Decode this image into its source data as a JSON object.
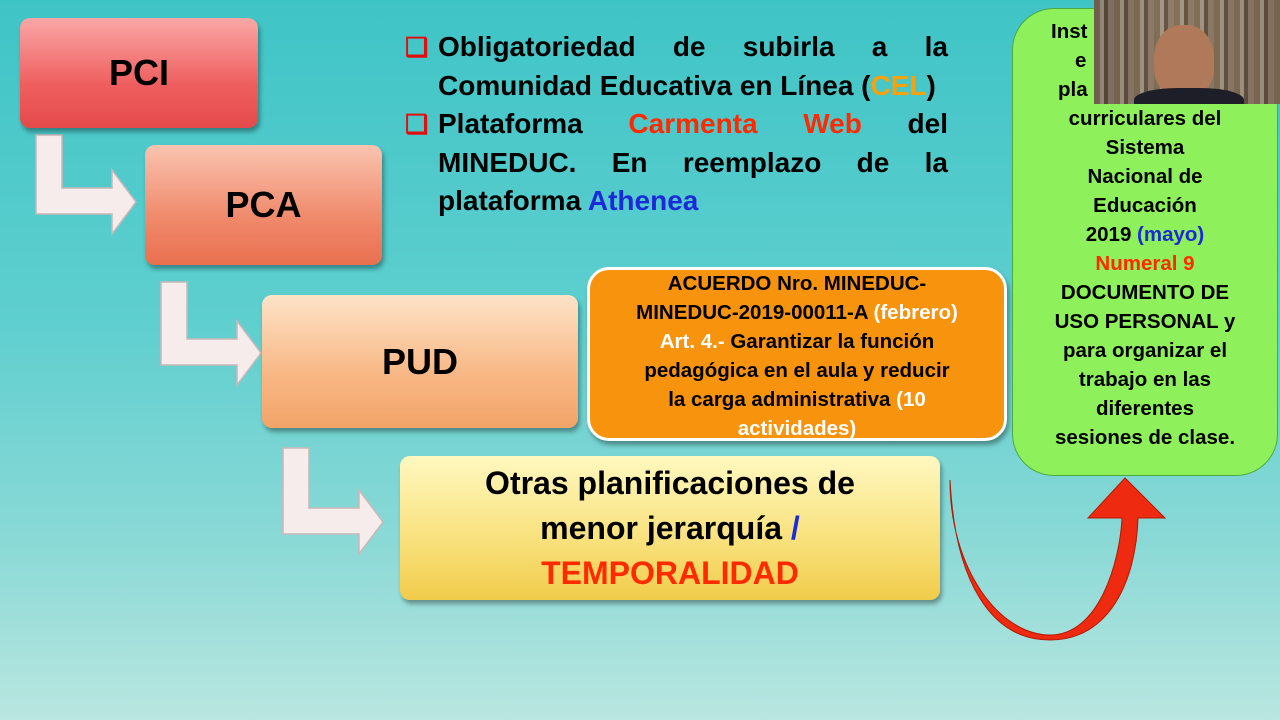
{
  "boxes": {
    "pci": "PCI",
    "pca": "PCA",
    "pud": "PUD"
  },
  "bullets": [
    {
      "pre": "Obligatoriedad de subirla a la Comunidad Educativa en Línea (",
      "hl": "CEL",
      "post": ")"
    },
    {
      "pre": "Plataforma ",
      "hl": "Carmenta Web",
      "mid": " del MINEDUC. En reemplazo de la plataforma ",
      "hl2": "Athenea"
    }
  ],
  "acuerdo": {
    "l1": "ACUERDO Nro. MINEDUC-",
    "l2a": "MINEDUC-2019-00011-A ",
    "l2b": "(febrero)",
    "l3a": "Art. 4.-",
    "l3b": " Garantizar la función",
    "l4": "pedagógica en el aula y reducir",
    "l5a": "la carga administrativa ",
    "l5b": "(10",
    "l6": "actividades)"
  },
  "otras": {
    "l1": "Otras planificaciones de",
    "l2": "menor jerarquía ",
    "slash": "/",
    "l3": "TEMPORALIDAD"
  },
  "green": {
    "l1": "Inst",
    "l2": "e",
    "l3": "pla",
    "l4": "curriculares del",
    "l5": "Sistema",
    "l6": "Nacional de",
    "l7": "Educación",
    "l8a": "2019 ",
    "l8b": "(mayo)",
    "l9": "Numeral 9",
    "l10": "DOCUMENTO DE",
    "l11": "USO PERSONAL y",
    "l12": "para organizar el",
    "l13": "trabajo en las",
    "l14": "diferentes",
    "l15": "sesiones de clase."
  },
  "colors": {
    "accent_red": "#ff2a00",
    "accent_blue": "#1a2ad8",
    "orange": "#f7930c",
    "green": "#8ef05a"
  }
}
